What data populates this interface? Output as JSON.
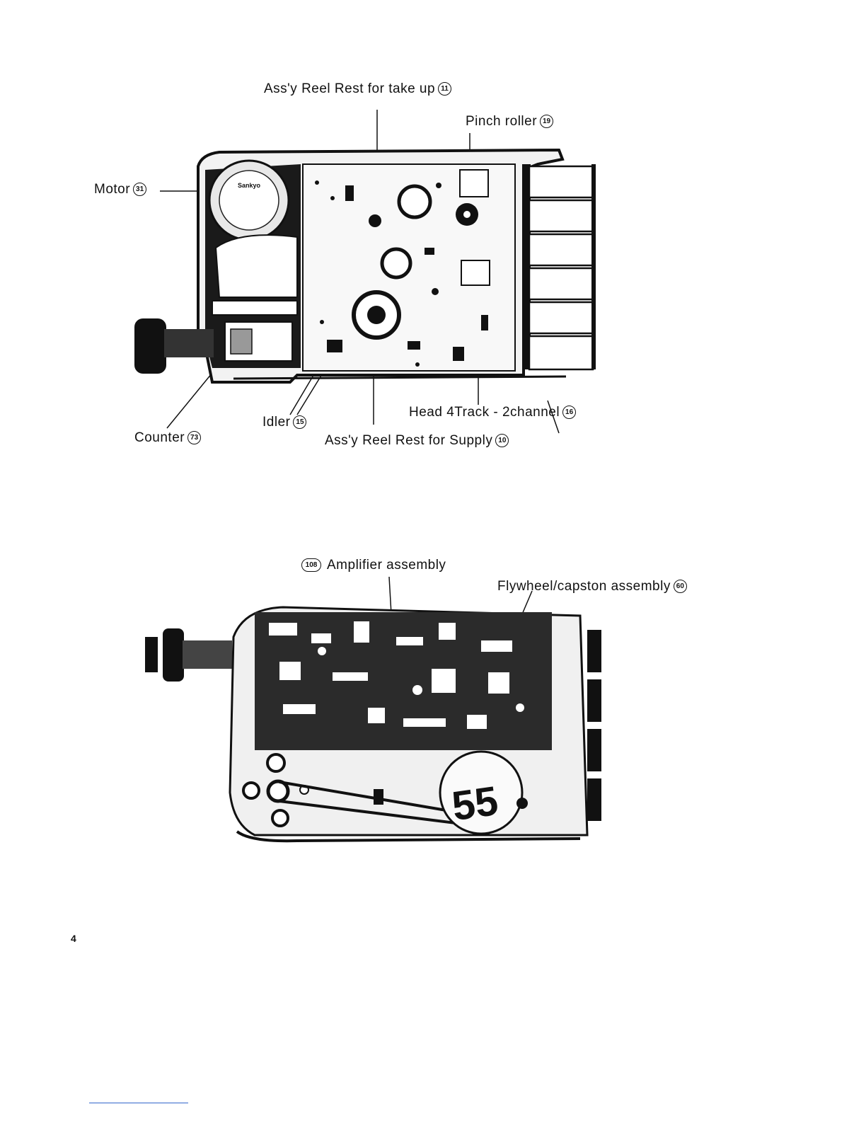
{
  "figure_top": {
    "labels": {
      "reel_takeup": {
        "text": "Ass'y Reel Rest for take up",
        "num": "11"
      },
      "pinch_roller": {
        "text": "Pinch roller",
        "num": "19"
      },
      "motor": {
        "text": "Motor",
        "num": "31"
      },
      "motor_brand": "Sankyo",
      "counter": {
        "text": "Counter",
        "num": "73"
      },
      "idler": {
        "text": "Idler",
        "num": "15"
      },
      "head": {
        "text": "Head 4Track - 2channel",
        "num": "16"
      },
      "reel_supply": {
        "text": "Ass'y Reel Rest for Supply",
        "num": "10"
      }
    }
  },
  "figure_bottom": {
    "labels": {
      "amplifier": {
        "text": "Amplifier assembly",
        "num": "108"
      },
      "flywheel": {
        "text": "Flywheel/capston assembly",
        "num": "60"
      },
      "part_marking": "55"
    }
  },
  "page_number": "4"
}
